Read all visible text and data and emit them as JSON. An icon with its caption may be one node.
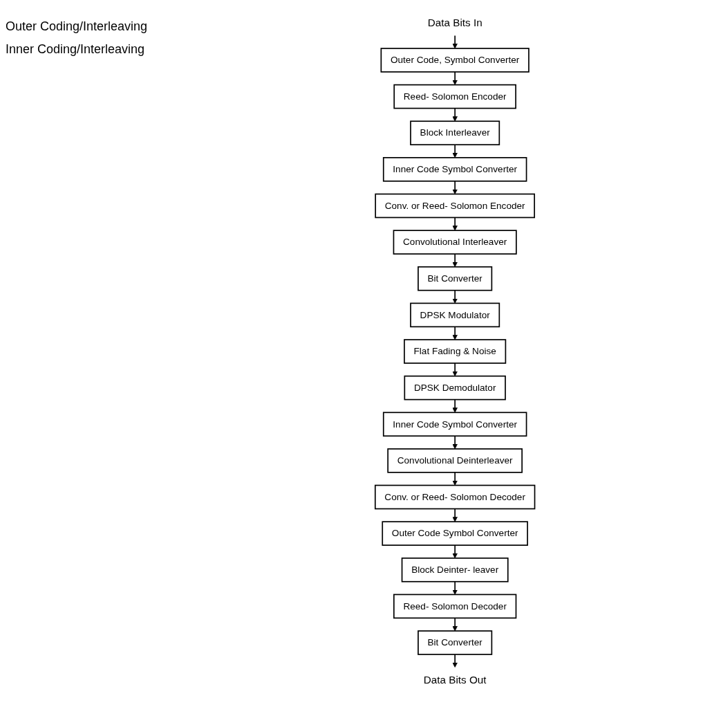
{
  "diagram": {
    "nodes": [
      {
        "text": [
          "Data Bits In"
        ]
      },
      {
        "text": [
          "Outer Code, Symbol Converter"
        ]
      },
      {
        "text": [
          "Reed- Solomon Encoder"
        ]
      },
      {
        "text": [
          "Block Interleaver"
        ]
      },
      {
        "text": [
          "Inner Code Symbol Converter"
        ]
      },
      {
        "text": [
          "Conv. or Reed- Solomon Encoder"
        ]
      },
      {
        "text": [
          "Convolutional Interleaver"
        ]
      },
      {
        "text": [
          "Bit Converter"
        ]
      },
      {
        "text": [
          "DPSK Modulator"
        ]
      },
      {
        "text": [
          "Flat Fading & Noise"
        ]
      },
      {
        "text": [
          "DPSK Demodulator"
        ]
      },
      {
        "text": [
          "Inner Code Symbol Converter"
        ]
      },
      {
        "text": [
          "Convolutional Deinterleaver"
        ]
      },
      {
        "text": [
          "Conv. or Reed- Solomon Decoder"
        ]
      },
      {
        "text": [
          "Outer Code Symbol Converter"
        ]
      },
      {
        "text": [
          "Block Deinter- leaver"
        ]
      },
      {
        "text": [
          "Reed- Solomon Decoder"
        ]
      },
      {
        "text": [
          "Bit Converter"
        ]
      },
      {
        "text": [
          "Data Bits Out"
        ]
      }
    ],
    "edges": [
      {
        "from": 0,
        "to": 1,
        "arrow": "to"
      },
      {
        "from": 1,
        "to": 2,
        "arrow": "to"
      },
      {
        "from": 2,
        "to": 3,
        "arrow": "to"
      },
      {
        "from": 3,
        "to": 4,
        "arrow": "to"
      },
      {
        "from": 4,
        "to": 5,
        "arrow": "to"
      },
      {
        "from": 5,
        "to": 6,
        "arrow": "to"
      },
      {
        "from": 6,
        "to": 7,
        "arrow": "to"
      },
      {
        "from": 7,
        "to": 8,
        "arrow": "to"
      },
      {
        "from": 8,
        "to": 9,
        "arrow": "to"
      },
      {
        "from": 9,
        "to": 10,
        "arrow": "to"
      },
      {
        "from": 10,
        "to": 11,
        "arrow": "to"
      },
      {
        "from": 11,
        "to": 12,
        "arrow": "to"
      },
      {
        "from": 12,
        "to": 13,
        "arrow": "to"
      },
      {
        "from": 13,
        "to": 14,
        "arrow": "to"
      },
      {
        "from": 14,
        "to": 15,
        "arrow": "to"
      },
      {
        "from": 15,
        "to": 16,
        "arrow": "to"
      },
      {
        "from": 16,
        "to": 17,
        "arrow": "to"
      },
      {
        "from": 17,
        "to": 18,
        "arrow": "to"
      }
    ],
    "labels": [
      "Outer Coding/Interleaving",
      "Inner Coding/Interleaving"
    ]
  }
}
